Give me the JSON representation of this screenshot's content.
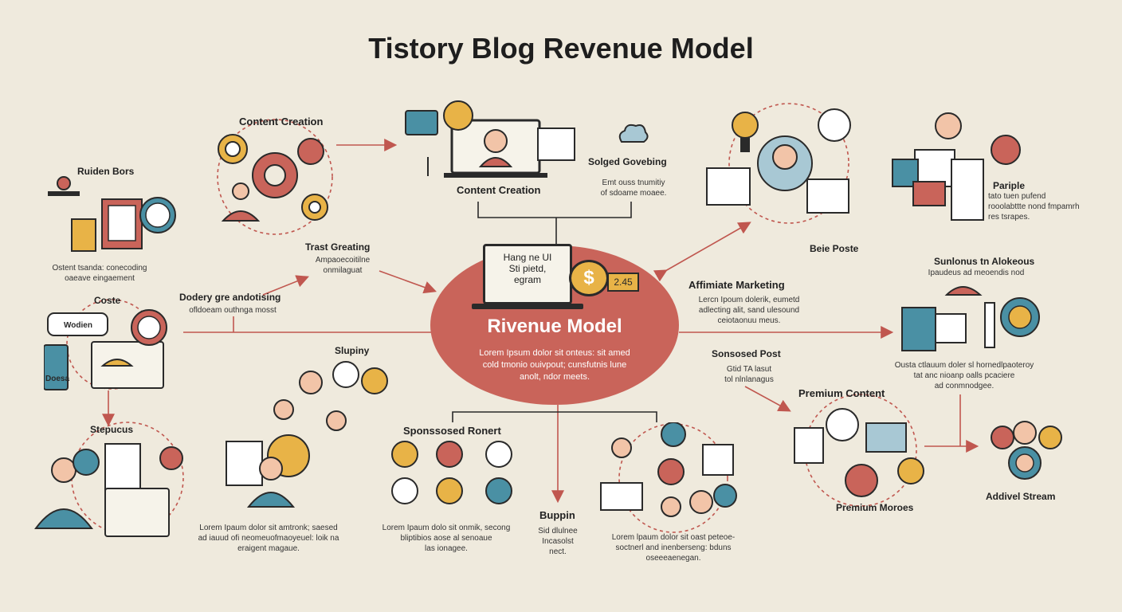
{
  "title": "Tistory Blog Revenue Model",
  "hub": {
    "title": "Rivenue Model",
    "text": [
      "Lorem Ipsum dolor sit onteus: sit amed",
      "cold tmonio ouivpout; cunsfutnis lune",
      "anolt, ndor meets."
    ],
    "monitor_text": [
      "Hang ne UI",
      "Sti pietd,",
      "egram"
    ],
    "price_tag": "2.45",
    "dollar": "$"
  },
  "labels": {
    "content_creation_top": "Content Creation",
    "content_creation_center": "Content Creation",
    "solged": "Solged Govebing",
    "solged_desc": [
      "Emt ouss tnumitiy",
      "of sdoame moaee."
    ],
    "ruiden": "Ruiden Bors",
    "ruiden_desc": [
      "Ostent tsanda: conecoding",
      "oaeave eingaement"
    ],
    "trast": "Trast Greating",
    "trast_desc": [
      "Ampaoecoitilne",
      "onmilaguat"
    ],
    "dodery": "Dodery gre andotising",
    "dodery_desc": [
      "ofldoeam outhnga mosst"
    ],
    "coste": "Coste",
    "coste_box1": "Wodien",
    "coste_box2": "Doesa",
    "stepucus": "Stepucus",
    "stepucus_desc": [
      "Lorem Ipaum dolor sit amtronk; saesed",
      "ad iauud ofi neomeuofmaoyeuel: loik na",
      "eraigent magaue."
    ],
    "slupiny": "Slupiny",
    "sponsored_ronert": "Sponssosed Ronert",
    "sponsored_ronert_desc": [
      "Lorem Ipaum dolo sit onmik, secong",
      "bliptibios aose al senoaue",
      "las ionagee."
    ],
    "buppin": "Buppin",
    "buppin_desc": [
      "Sid dlulnee",
      "Incasolst",
      "nect."
    ],
    "bottom_desc": [
      "Lorem lpaum dolor sit oast peteoe-",
      "soctnerl and inenberseng: bduns",
      "oseeeaenegan."
    ],
    "beie_poste": "Beie Poste",
    "pariple": "Pariple",
    "pariple_desc": [
      "tato tuen pufend",
      "rooolabttte nond fmpamrh",
      "res tsrapes."
    ],
    "affiliate": "Affimiate Marketing",
    "affiliate_desc": [
      "Lercn Ipoum dolerik, eumetd",
      "adlecting alit, sand ulesound",
      "ceiotaonuu meus."
    ],
    "sunlonus": "Sunlonus tn Alokeous",
    "sunlonus_desc": [
      "Ipaudeus ad meoendis nod"
    ],
    "sonsosed_post": "Sonsosed Post",
    "sonsosed_desc": [
      "Gtid TA lasut",
      "tol nlnlanagus"
    ],
    "ousta_desc": [
      "Ousta ctlauum doler sl hornedlpaoteroy",
      "tat anc nioanp oalls pcaciere",
      "ad conmnodgee."
    ],
    "premium_content": "Premium Content",
    "premium_moroes": "Premium Moroes",
    "addivel": "Addivel Stream"
  },
  "colors": {
    "background": "#efeadd",
    "hub": "#c9645a",
    "accent_red": "#c9645a",
    "accent_yellow": "#e8b347",
    "accent_teal": "#4a90a4",
    "arrow": "#c0574f",
    "line": "#2a2a2a"
  },
  "icons": [
    "gear-icon",
    "person-icon",
    "speech-bubble-icon",
    "laptop-icon",
    "lightbulb-icon",
    "cloud-icon",
    "dollar-coin-icon",
    "chart-icon",
    "envelope-icon",
    "calendar-icon",
    "checkmark-icon",
    "clipboard-icon"
  ]
}
